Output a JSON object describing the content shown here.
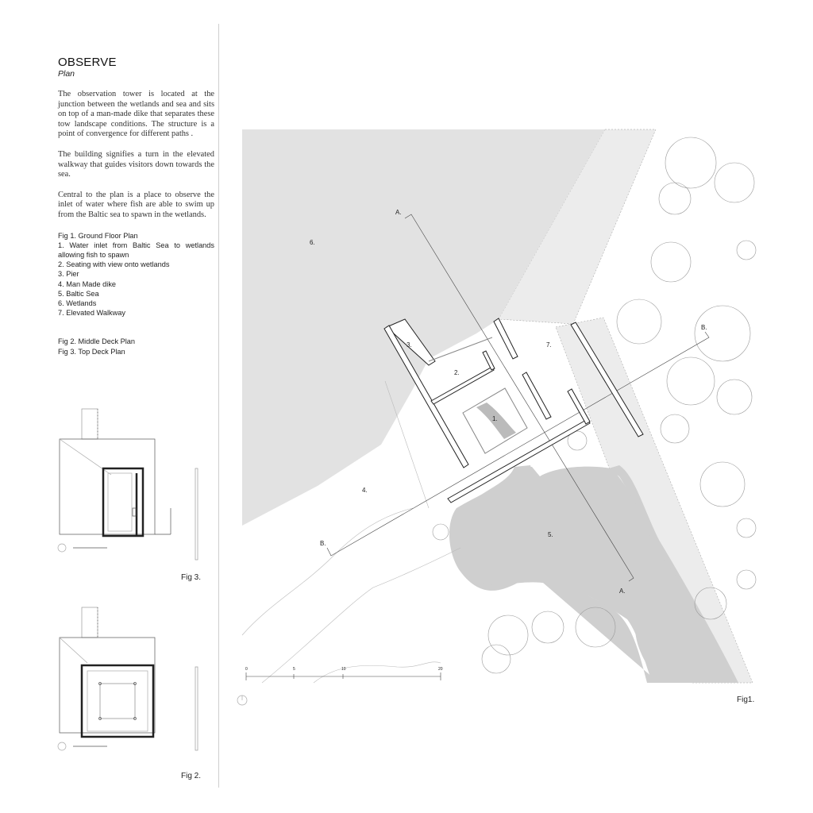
{
  "header": {
    "title": "OBSERVE",
    "subtitle": "Plan"
  },
  "description": [
    "The observation tower is located at the junction between the wetlands and sea and sits on top of a man-made dike that separates these tow landscape conditions. The structure is a point of convergence for different paths .",
    "The building signifies a turn in the elevated walkway that guides visitors down towards the sea.",
    "Central to the plan is a place to observe the inlet of water where fish are able to swim up from the Baltic sea to spawn in the wetlands."
  ],
  "legend": {
    "fig1_title": "Fig 1. Ground Floor Plan",
    "items": [
      "1. Water inlet from Baltic Sea to wetlands allowing fish to spawn",
      "2. Seating with view onto wetlands",
      "3. Pier",
      "4. Man Made dike",
      "5. Baltic Sea",
      "6. Wetlands",
      "7. Elevated Walkway"
    ],
    "fig2_title": "Fig 2. Middle Deck Plan",
    "fig3_title": "Fig 3. Top Deck Plan"
  },
  "figures": {
    "fig1": "Fig1.",
    "fig2": "Fig 2.",
    "fig3": "Fig 3."
  },
  "plan_labels": {
    "n1": "1.",
    "n2": "2.",
    "n3": "3.",
    "n4": "4.",
    "n5": "5.",
    "n6": "6.",
    "n7": "7.",
    "section_a": "A.",
    "section_b": "B."
  },
  "scale_bar": {
    "ticks": [
      "0",
      "5",
      "10",
      "20"
    ]
  },
  "colors": {
    "wetlands": "#e2e2e2",
    "sea": "#cfcfcf",
    "walkway": "#ececec",
    "line": "#333333"
  }
}
